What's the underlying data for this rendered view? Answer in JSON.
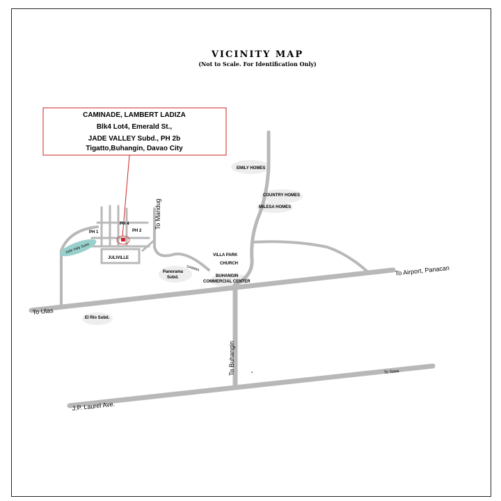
{
  "title": "VICINITY MAP",
  "subtitle": "(Not to Scale. For Identification Only)",
  "owner": {
    "line1": "CAMINADE, LAMBERT LADIZA",
    "line2": "Blk4 Lot4,  Emerald St.,",
    "line3": "JADE VALLEY Subd., PH 2b",
    "line4": "Tigatto,Buhangin, Davao City"
  },
  "labels": {
    "emily": "EMILY HOMES",
    "country": "COUNTRY HOMES",
    "milesa": "MILESA HOMES",
    "villa": "VILLA PARK",
    "church": "CHURCH",
    "bcc1": "BUHANGIN",
    "bcc2": "COMMERCIAL CENTER",
    "panorama1": "Panorama",
    "panorama2": "Subd.",
    "damma": "DAMMA",
    "julivile": "JULIVILLE",
    "ph1": "PH 1",
    "ph2": "PH 2",
    "ph4": "PH 4",
    "jade": "Jade Vally Subd.",
    "elrio": "El Rio Subd."
  },
  "roads": {
    "to_mandug": "To Mandug",
    "to_airport": "To Airport, Panacan",
    "to_ulas": "To Ulas",
    "to_buhangin": "To Buhangin",
    "to_sasa": "To Sasa",
    "jp_laurel": "J.P. Laurel Ave."
  },
  "colors": {
    "road": "#b8b8b8",
    "callout": "#cc2222",
    "jade": "#9ad0cc",
    "frame": "#222222"
  }
}
